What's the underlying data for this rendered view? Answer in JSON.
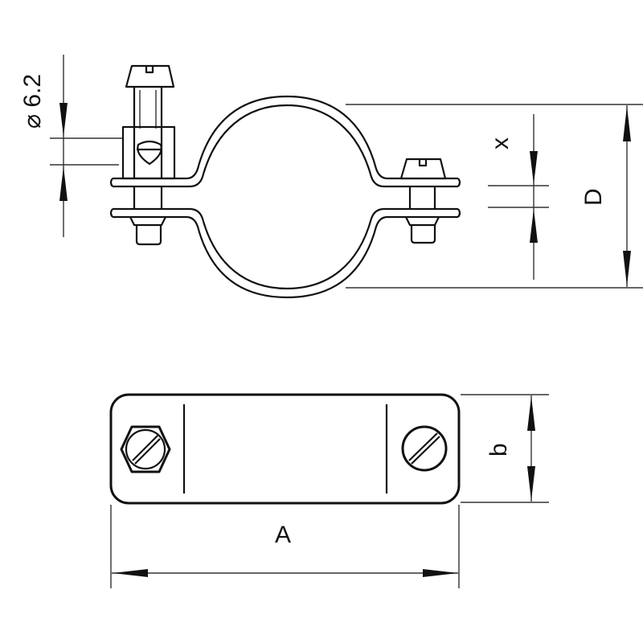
{
  "diagram": {
    "type": "technical-drawing",
    "subject": "pipe clamp with screws",
    "views": [
      {
        "name": "front-view",
        "description": "Two-part pipe clamp ring with screw on each side"
      },
      {
        "name": "top-view",
        "description": "Rounded rectangular strap with two slotted screws"
      }
    ],
    "colors": {
      "line": "#111111",
      "background": "#ffffff"
    }
  },
  "dimensions": {
    "screw_diameter": "⌀ 6.2",
    "x": "x",
    "D": "D",
    "b": "b",
    "A": "A"
  }
}
